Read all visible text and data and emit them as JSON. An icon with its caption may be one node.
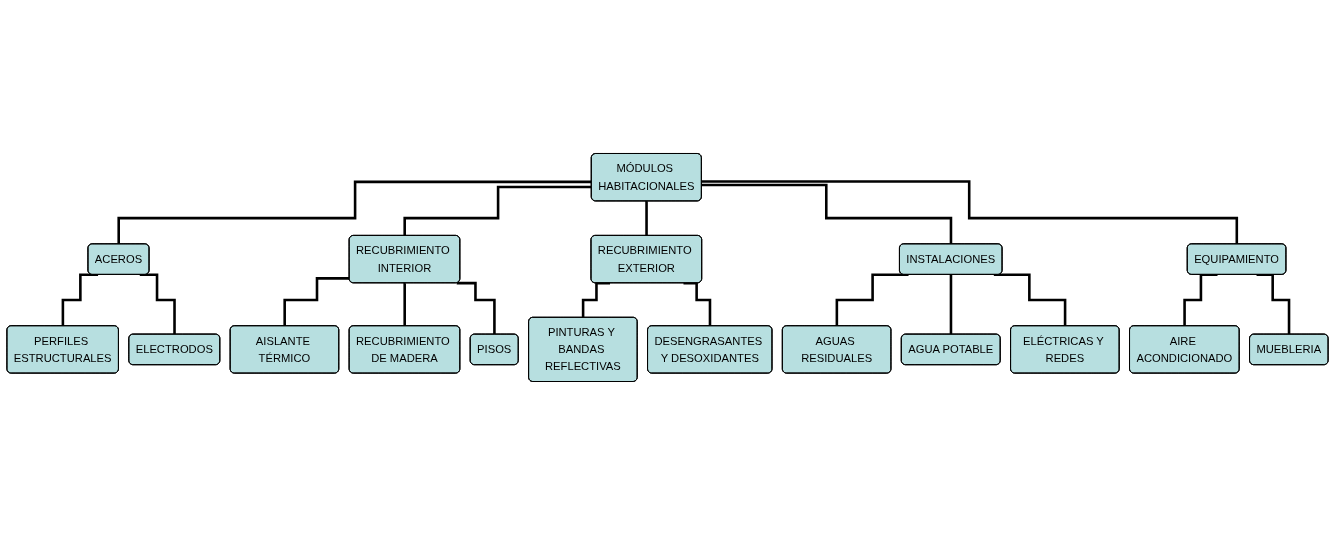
{
  "diagram": {
    "nodes": [
      {
        "text": [
          "MÓDULOS HABITACIONALES"
        ]
      },
      {
        "text": [
          "ACEROS"
        ]
      },
      {
        "text": [
          "RECUBRIMIENTO INTERIOR"
        ]
      },
      {
        "text": [
          "RECUBRIMIENTO EXTERIOR"
        ]
      },
      {
        "text": [
          "INSTALACIONES"
        ]
      },
      {
        "text": [
          "EQUIPAMIENTO"
        ]
      },
      {
        "text": [
          "PERFILES ESTRUCTURALES"
        ]
      },
      {
        "text": [
          "ELECTRODOS"
        ]
      },
      {
        "text": [
          "AISLANTE TÉRMICO"
        ]
      },
      {
        "text": [
          "RECUBRIMIENTO DE MADERA"
        ]
      },
      {
        "text": [
          "PISOS"
        ]
      },
      {
        "text": [
          "PINTURAS Y BANDAS REFLECTIVAS"
        ]
      },
      {
        "text": [
          "DESENGRASANTES Y DESOXIDANTES"
        ]
      },
      {
        "text": [
          "AGUAS RESIDUALES"
        ]
      },
      {
        "text": [
          "AGUA POTABLE"
        ]
      },
      {
        "text": [
          "ELÉCTRICAS Y REDES"
        ]
      },
      {
        "text": [
          "AIRE ACONDICIONADO"
        ]
      },
      {
        "text": [
          "MUEBLERIA"
        ]
      }
    ],
    "edges": [
      {
        "from": 0,
        "to": 1,
        "arrow": "none"
      },
      {
        "from": 0,
        "to": 2,
        "arrow": "none"
      },
      {
        "from": 0,
        "to": 3,
        "arrow": "none"
      },
      {
        "from": 0,
        "to": 4,
        "arrow": "none"
      },
      {
        "from": 0,
        "to": 5,
        "arrow": "none"
      },
      {
        "from": 1,
        "to": 6,
        "arrow": "none"
      },
      {
        "from": 1,
        "to": 7,
        "arrow": "none"
      },
      {
        "from": 2,
        "to": 8,
        "arrow": "none"
      },
      {
        "from": 2,
        "to": 9,
        "arrow": "none"
      },
      {
        "from": 2,
        "to": 10,
        "arrow": "none"
      },
      {
        "from": 3,
        "to": 11,
        "arrow": "none"
      },
      {
        "from": 3,
        "to": 12,
        "arrow": "none"
      },
      {
        "from": 4,
        "to": 13,
        "arrow": "none"
      },
      {
        "from": 4,
        "to": 14,
        "arrow": "none"
      },
      {
        "from": 4,
        "to": 15,
        "arrow": "none"
      },
      {
        "from": 5,
        "to": 16,
        "arrow": "none"
      },
      {
        "from": 5,
        "to": 17,
        "arrow": "none"
      }
    ]
  }
}
